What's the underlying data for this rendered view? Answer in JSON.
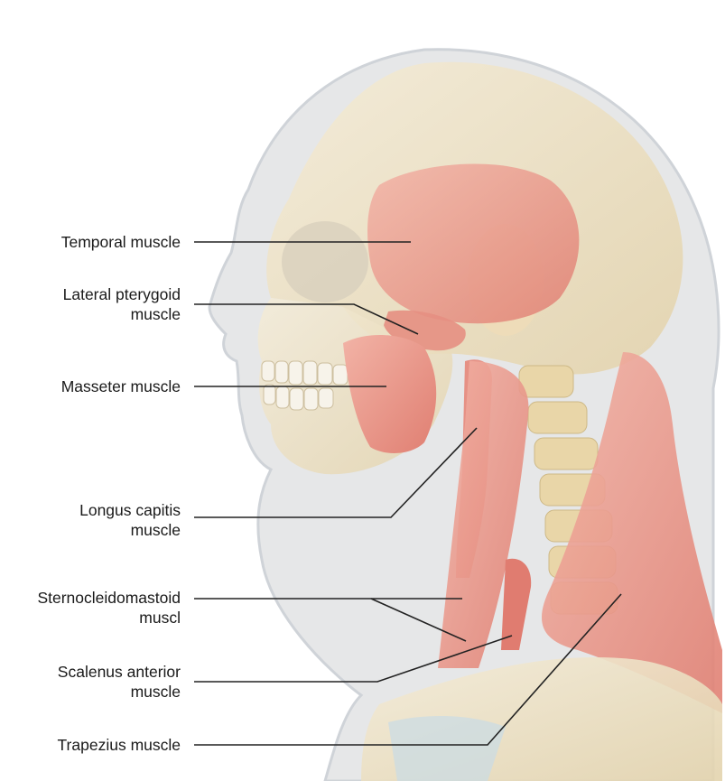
{
  "labels": {
    "temporal": {
      "line1": "Temporal muscle"
    },
    "lateral_pterygoid": {
      "line1": "Lateral pterygoid",
      "line2": "muscle"
    },
    "masseter": {
      "line1": "Masseter muscle"
    },
    "longus_capitis": {
      "line1": "Longus capitis",
      "line2": "muscle"
    },
    "sternocleidomastoid": {
      "line1": "Sternocleidomastoid",
      "line2": "muscl"
    },
    "scalenus_anterior": {
      "line1": "Scalenus anterior",
      "line2": "muscle"
    },
    "trapezius": {
      "line1": "Trapezius muscle"
    }
  },
  "colors": {
    "skin_silhouette": "#e6e7e8",
    "skull_bone": "#ede2c8",
    "muscle": "#e9998c",
    "leader_line": "#222222"
  }
}
